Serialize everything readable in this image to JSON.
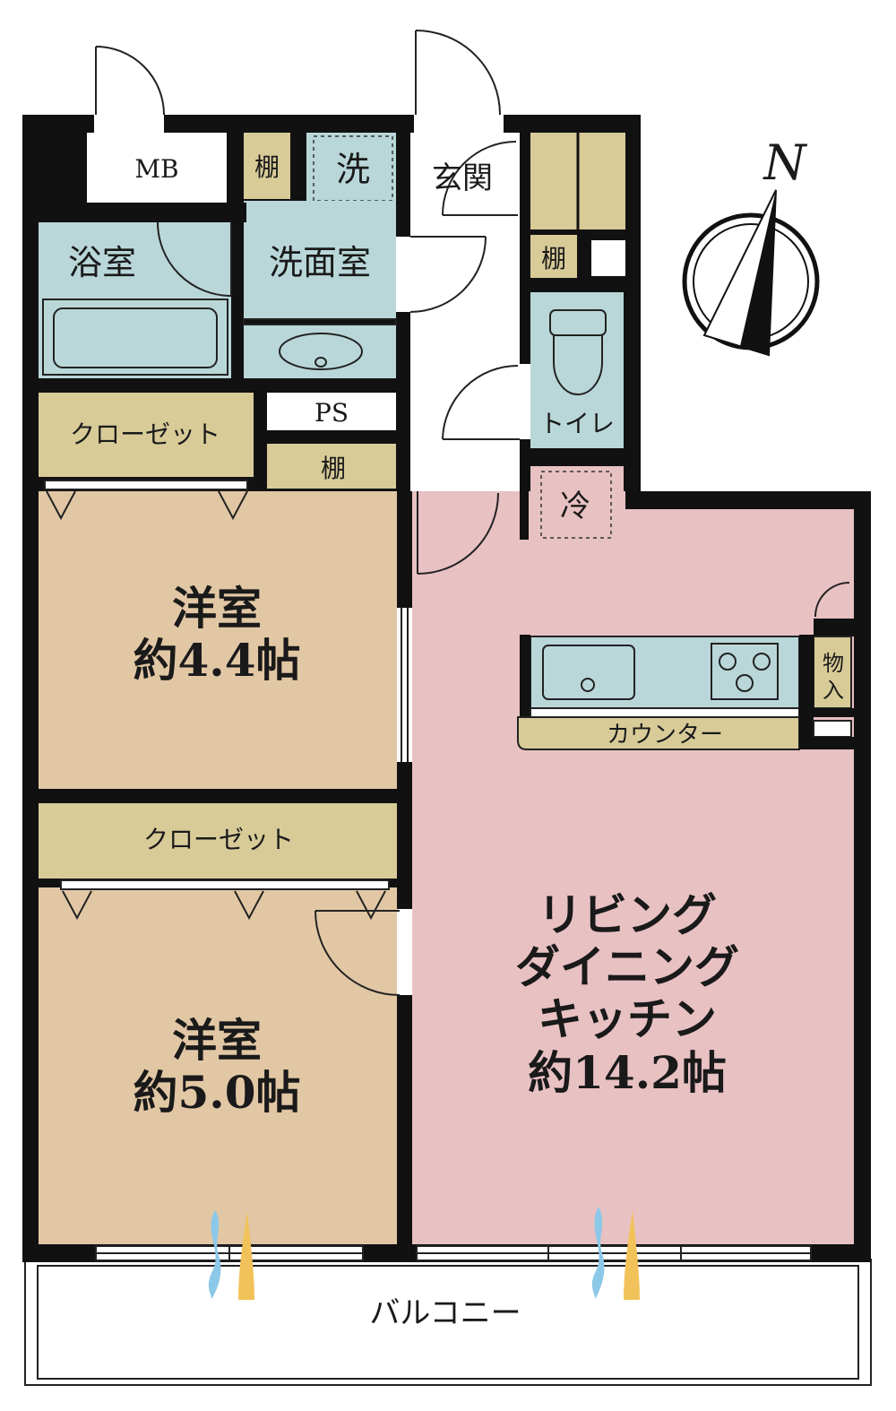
{
  "floorplan": {
    "compass": {
      "north_label": "N"
    },
    "rooms": {
      "mb": "MB",
      "shelf_top": "棚",
      "washer": "洗",
      "entrance": "玄関",
      "bath": "浴室",
      "washroom": "洗面室",
      "shelf_entrance": "棚",
      "closet_upper": "クローゼット",
      "ps": "PS",
      "shelf_mid": "棚",
      "toilet": "トイレ",
      "fridge": "冷",
      "western_room_1": {
        "name": "洋室",
        "size": "約4.4帖"
      },
      "storage": "物入",
      "counter": "カウンター",
      "closet_lower": "クローゼット",
      "ldk": {
        "line1": "リビング",
        "line2": "ダイニング",
        "line3": "キッチン",
        "size": "約14.2帖"
      },
      "western_room_2": {
        "name": "洋室",
        "size": "約5.0帖"
      },
      "balcony": "バルコニー"
    },
    "colors": {
      "wall": "#111111",
      "wet_area": "#b9d7d9",
      "storage": "#d8cb98",
      "western_room": "#e2c7a5",
      "ldk": "#e8c1c3",
      "corridor": "#ffffff",
      "ac_blue": "#8cc8e8",
      "ac_yellow": "#f2c25a"
    }
  }
}
